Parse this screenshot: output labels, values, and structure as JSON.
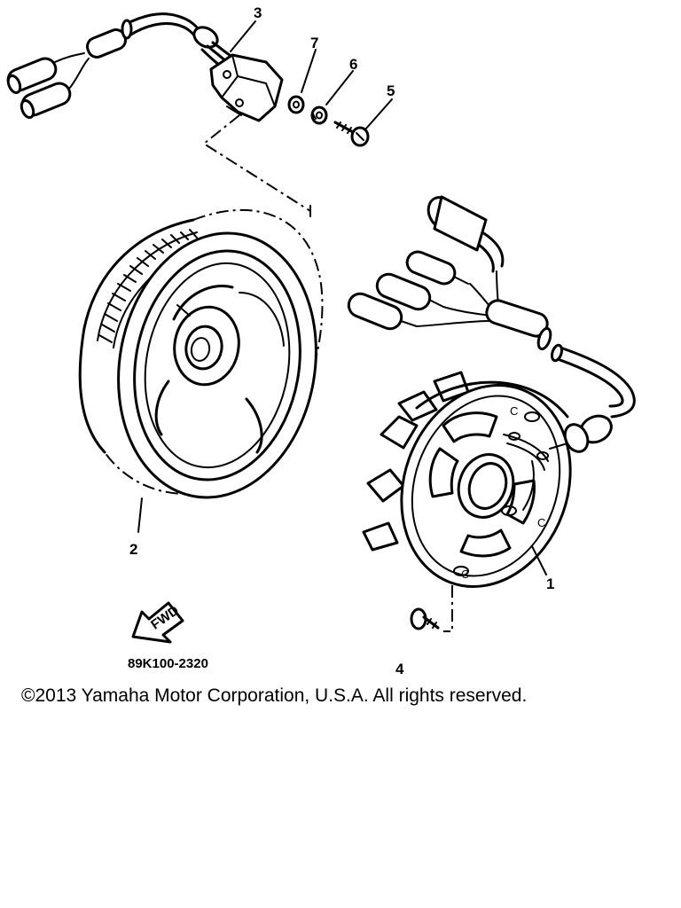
{
  "diagram": {
    "callouts": [
      {
        "number": "1",
        "part": "stator-assembly"
      },
      {
        "number": "2",
        "part": "rotor-flywheel"
      },
      {
        "number": "3",
        "part": "pickup-coil"
      },
      {
        "number": "4",
        "part": "stator-screw"
      },
      {
        "number": "5",
        "part": "pickup-screw"
      },
      {
        "number": "6",
        "part": "lock-washer"
      },
      {
        "number": "7",
        "part": "flat-washer"
      }
    ],
    "stator_marks": [
      "C",
      "C",
      "C"
    ],
    "direction_arrow_label": "FWD",
    "drawing_code": "89K100-2320"
  },
  "footer": {
    "copyright": "©2013 Yamaha Motor Corporation, U.S.A. All rights reserved."
  }
}
